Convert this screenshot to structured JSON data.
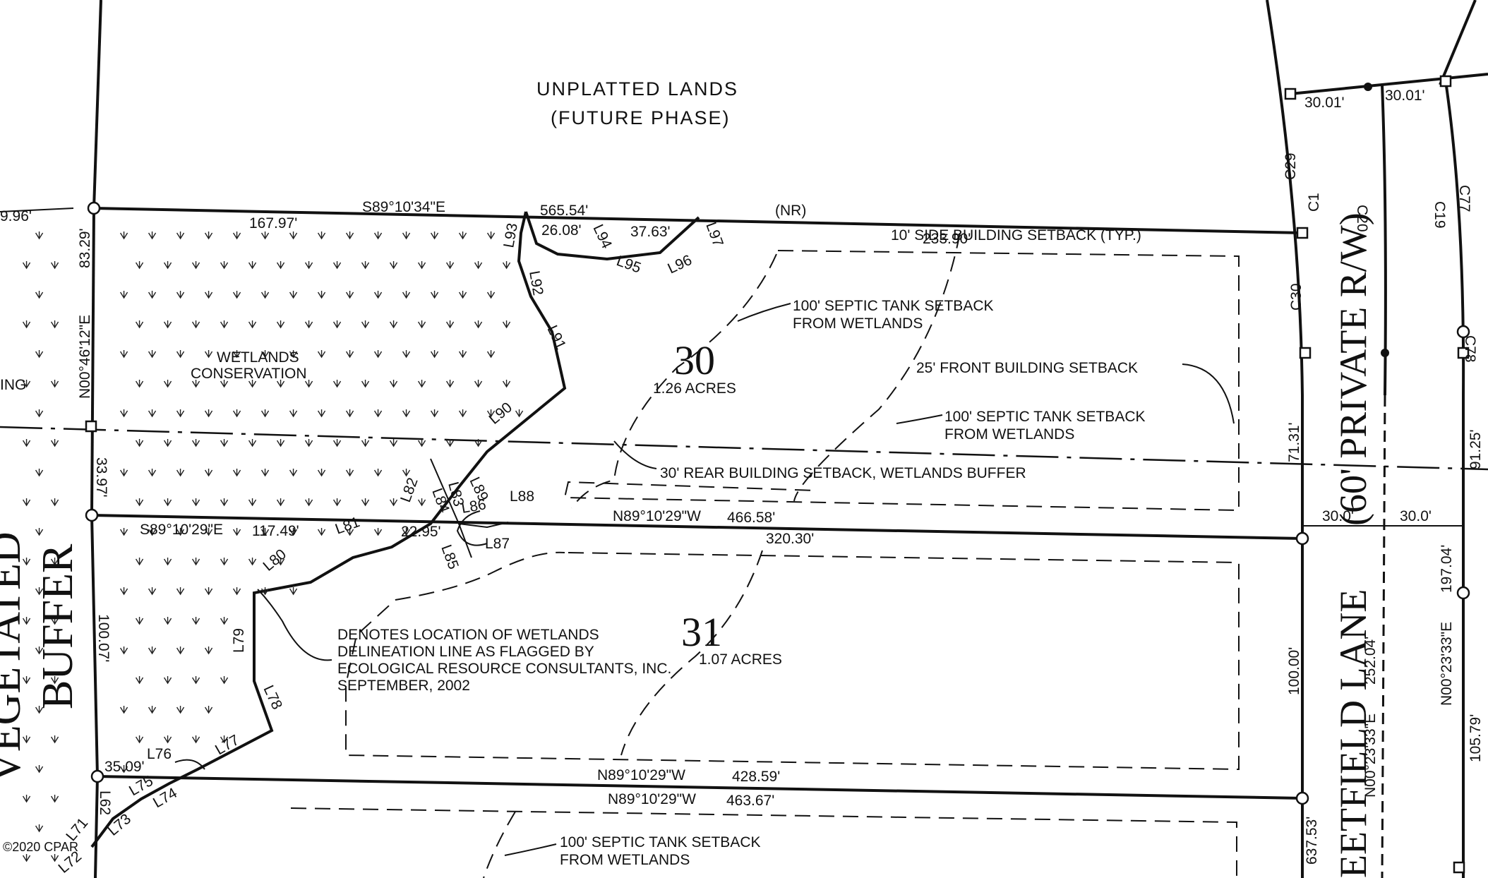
{
  "areas": {
    "unplatted_line1": "UNPLATTED LANDS",
    "unplatted_line2": "(FUTURE PHASE)",
    "wetlands_line1": "WETLANDS",
    "wetlands_line2": "CONSERVATION",
    "buffer": "BUFFER",
    "vegetated": "VEGETATED",
    "ing": "ING"
  },
  "lots": {
    "lot30_number": "30",
    "lot30_acres": "1.26 ACRES",
    "lot31_number": "31",
    "lot31_acres": "1.07 ACRES"
  },
  "roads": {
    "private_rw": "(60' PRIVATE R/W)",
    "lane": "EETFIELD LANE"
  },
  "notes": {
    "side_setback": "10' SIDE BUILDING SETBACK (TYP.)",
    "septic1_line1": "100' SEPTIC TANK SETBACK",
    "septic1_line2": "FROM WETLANDS",
    "front_setback": "25' FRONT BUILDING SETBACK",
    "septic2_line1": "100' SEPTIC TANK SETBACK",
    "septic2_line2": "FROM WETLANDS",
    "rear_setback": "30' REAR BUILDING SETBACK, WETLANDS BUFFER",
    "delin_line1": "DENOTES LOCATION OF WETLANDS",
    "delin_line2": "DELINEATION LINE AS FLAGGED BY",
    "delin_line3": "ECOLOGICAL RESOURCE CONSULTANTS, INC.",
    "delin_line4": "SEPTEMBER, 2002",
    "septic3_line1": "100' SEPTIC TANK SETBACK",
    "septic3_line2": "FROM WETLANDS",
    "copyright": "©2020 CPAR"
  },
  "dimensions": {
    "d_996": "9.96'",
    "d_2929": "83.29'",
    "bearing_n004612": "N00°46'12\"E",
    "d_3397": "33.97'",
    "d_10007": "100.07'",
    "d_3509": "35.09'",
    "d_16797": "167.97'",
    "bearing_s891034": "S89°10'34\"E",
    "d_56554": "565.54'",
    "nr": "(NR)",
    "d_2608": "26.08'",
    "d_3763": "37.63'",
    "d_23390": "233.90'",
    "bearing_s891029": "S89°10'29\"E",
    "d_11749": "117.49'",
    "d_2295": "22.95'",
    "bearing_n891029_a": "N89°10'29\"W",
    "d_46658": "466.58'",
    "d_32030": "320.30'",
    "bearing_n891029_b": "N89°10'29\"W",
    "d_42859": "428.59'",
    "bearing_n891029_c": "N89°10'29\"W",
    "d_46367": "463.67'",
    "d_3001_a": "30.01'",
    "d_3001_b": "30.01'",
    "d_300_a": "30.0'",
    "d_300_b": "30.0'",
    "d_7131": "71.31'",
    "d_10000": "100.00'",
    "d_63753": "637.53'",
    "bearing_n002333_a": "N00°23'33\"E",
    "d_25204": "252.04'",
    "bearing_n002333_b": "N00°23'33\"E",
    "d_19704": "197.04'",
    "d_9125": "91.25'",
    "d_10579": "105.79'"
  },
  "line_labels": {
    "L93": "L93",
    "L94": "L94",
    "L95": "L95",
    "L96": "L96",
    "L97": "L97",
    "L92": "L92",
    "L91": "L91",
    "L90": "L90",
    "L89": "L89",
    "L88": "L88",
    "L82": "L82",
    "L84": "L84",
    "L83": "L83",
    "L86": "L86",
    "L85": "L85",
    "L87": "L87",
    "L81": "L81",
    "L80": "L80",
    "L79": "L79",
    "L78": "L78",
    "L77": "L77",
    "L76": "L76",
    "L75": "L75",
    "L74": "L74",
    "L73": "L73",
    "L71": "L71",
    "L72": "L72",
    "L62": "L62"
  },
  "curve_labels": {
    "C29": "C29",
    "C1": "C1",
    "C30": "C30",
    "C20": "C20",
    "C19": "C19",
    "C77": "C77",
    "C78": "C78"
  }
}
